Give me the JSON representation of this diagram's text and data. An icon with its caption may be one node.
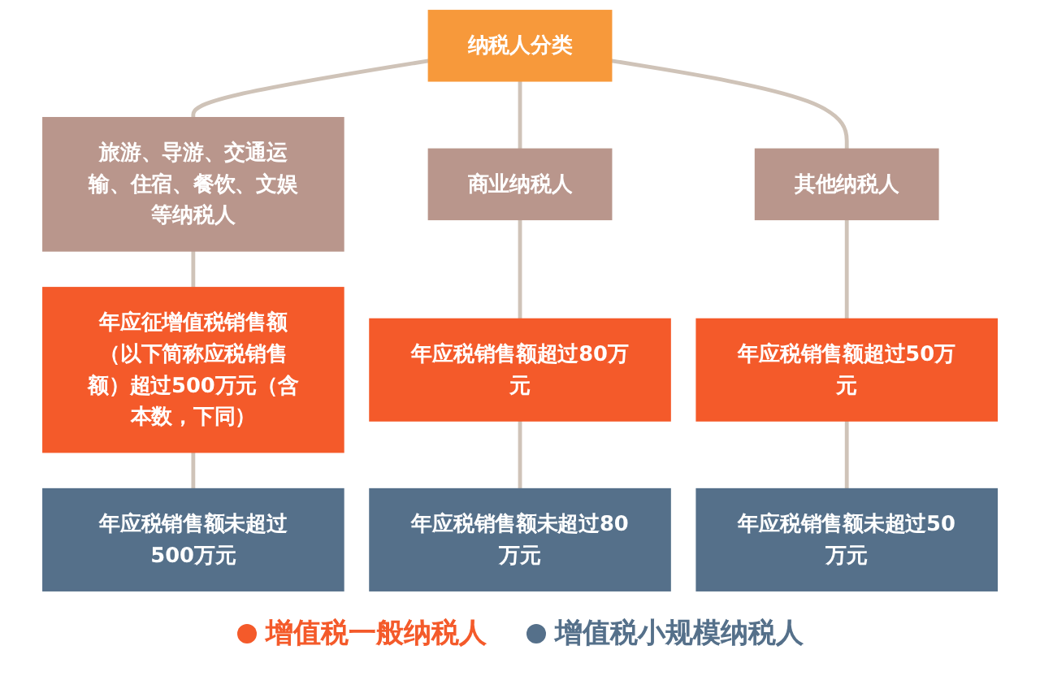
{
  "diagram": {
    "nodes": [
      {
        "text": [
          "纳税人分类"
        ]
      },
      {
        "text": [
          "旅游、导游、交通运输、住宿、餐饮、文娱等纳税人"
        ]
      },
      {
        "text": [
          "商业纳税人"
        ]
      },
      {
        "text": [
          "其他纳税人"
        ]
      },
      {
        "text": [
          "年应征增值税销售额（以下简称应税销售额）超过500万元（含本数，下同）"
        ]
      },
      {
        "text": [
          "年应税销售额超过80万元"
        ]
      },
      {
        "text": [
          "年应税销售额超过50万元"
        ]
      },
      {
        "text": [
          "年应税销售额未超过500万元"
        ]
      },
      {
        "text": [
          "年应税销售额未超过80万元"
        ]
      },
      {
        "text": [
          "年应税销售额未超过50万元"
        ]
      }
    ],
    "edges": [
      {
        "from": 0,
        "to": 1,
        "arrow": "none"
      },
      {
        "from": 0,
        "to": 2,
        "arrow": "none"
      },
      {
        "from": 0,
        "to": 3,
        "arrow": "none"
      },
      {
        "from": 1,
        "to": 4,
        "arrow": "none"
      },
      {
        "from": 2,
        "to": 5,
        "arrow": "none"
      },
      {
        "from": 3,
        "to": 6,
        "arrow": "none"
      },
      {
        "from": 4,
        "to": 7,
        "arrow": "none"
      },
      {
        "from": 5,
        "to": 8,
        "arrow": "none"
      },
      {
        "from": 6,
        "to": 9,
        "arrow": "none"
      }
    ],
    "legend": [
      {
        "text": "增值税一般纳税人",
        "color": "#f45a2a"
      },
      {
        "text": "增值税小规模纳税人",
        "color": "#55708a"
      }
    ]
  }
}
